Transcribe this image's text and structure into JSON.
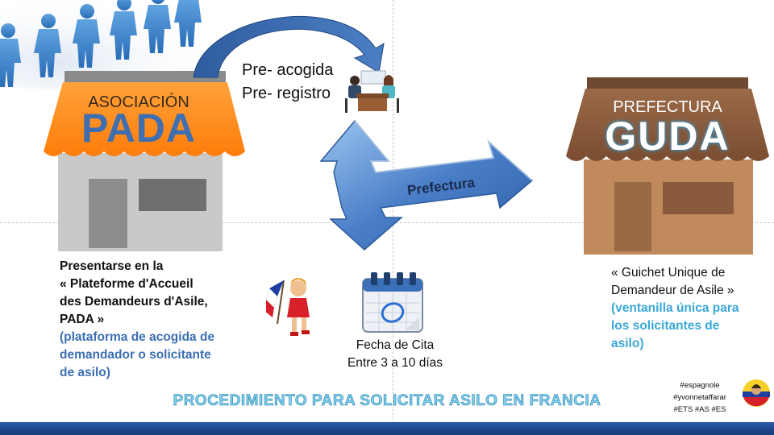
{
  "colors": {
    "pada_awning": "#ff8a1a",
    "pada_title": "#3f6fb0",
    "guda_roof": "#8a5a3c",
    "guda_body": "#c08a5c",
    "arrow": "#4a7fc8",
    "spanish_text": "#3aa7d6",
    "footer_title": "#7ed0ea",
    "bottom_bar": "#1f4e96"
  },
  "left_shop": {
    "small_title": "ASOCIACIÓN",
    "big_title": "PADA"
  },
  "right_shop": {
    "small_title": "PREFECTURA",
    "big_title": "GUDA"
  },
  "pre": {
    "line1": "Pre- acogida",
    "line2": "Pre- registro"
  },
  "arrow_label": "Prefectura",
  "left_text": {
    "line1": "Presentarse  en la",
    "line2": "«  Plateforme d'Accueil",
    "line3": "des Demandeurs d'Asile,",
    "line4": "PADA  »",
    "es1": "(plataforma de acogida de",
    "es2": "demandador o solicitante",
    "es3": "de asilo)"
  },
  "right_text": {
    "line1": "« Guichet Unique de",
    "line2": "Demandeur de Asile »",
    "es1": "(ventanilla única para",
    "es2": "los solicitantes de",
    "es3": "asilo)"
  },
  "fecha": {
    "line1": "Fecha de Cita",
    "line2": "Entre 3 a 10 días"
  },
  "footer_title": "PROCEDIMIENTO PARA  SOLICITAR ASILO  EN FRANCIA",
  "hashtags": [
    "#espagnole",
    "#yvonnetaffarar",
    "#ETS #AS #ES"
  ],
  "icons": {
    "people": "people-queue-icon",
    "desk": "reception-desk-icon",
    "calendar": "calendar-icon",
    "runner": "girl-with-french-flag-icon",
    "avatar": "profile-avatar-icon"
  }
}
